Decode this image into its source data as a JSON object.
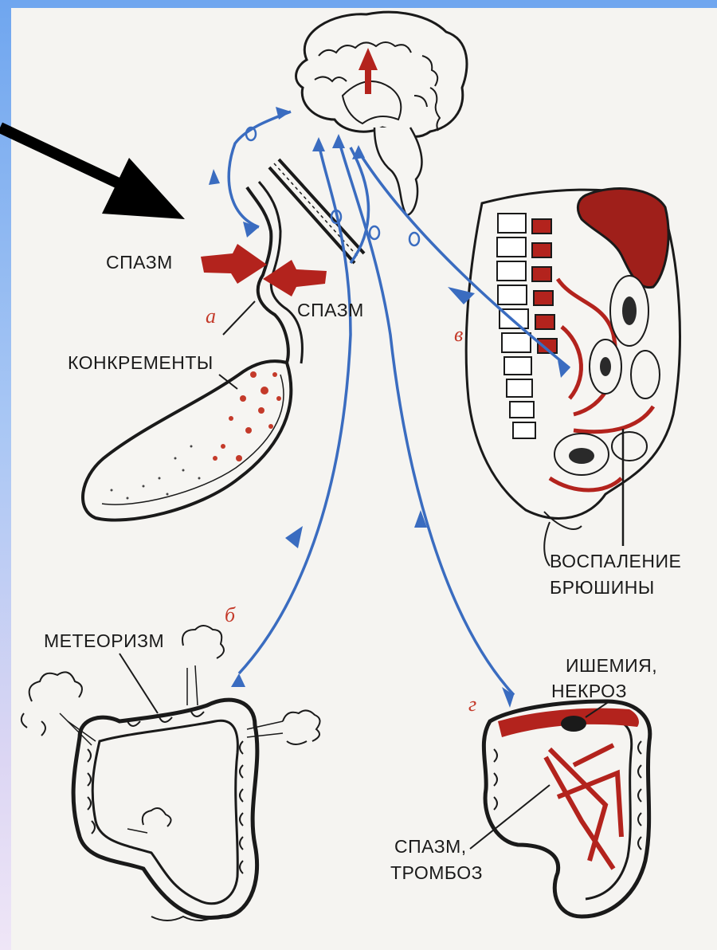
{
  "labels": {
    "spasm_left": "СПАЗМ",
    "spasm_right": "СПАЗМ",
    "concrements": "КОНКРЕМЕНТЫ",
    "meteorism": "МЕТЕОРИЗМ",
    "peritonitis_line1": "ВОСПАЛЕНИЕ",
    "peritonitis_line2": "БРЮШИНЫ",
    "ischemia_line1": "ИШЕМИЯ,",
    "ischemia_line2": "НЕКРОЗ",
    "thrombosis_line1": "СПАЗМ,",
    "thrombosis_line2": "ТРОМБОЗ"
  },
  "letters": {
    "a": "а",
    "b": "б",
    "v": "в",
    "g": "г"
  },
  "colors": {
    "nerve_path": "#3a6cc0",
    "red_accent": "#b3231d",
    "ink": "#1a1a1a",
    "pointer_arrow": "#000000"
  }
}
